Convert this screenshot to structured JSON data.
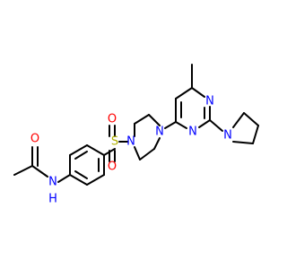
{
  "molecule": {
    "colors": {
      "bond": "#000000",
      "N": "#0000ff",
      "O": "#ff0000",
      "S": "#b2b200",
      "background": "#ffffff"
    },
    "labels": {
      "o_carbonyl": "O",
      "nh_amide": "N",
      "h_amide": "H",
      "s_sulfonyl": "S",
      "o_sulfonyl_top": "O",
      "o_sulfonyl_bottom": "O",
      "n_piperazine_1": "N",
      "n_piperazine_4": "N",
      "n_pyrimidine_1": "N",
      "n_pyrimidine_3": "N",
      "n_pyrrolidine": "N"
    }
  }
}
